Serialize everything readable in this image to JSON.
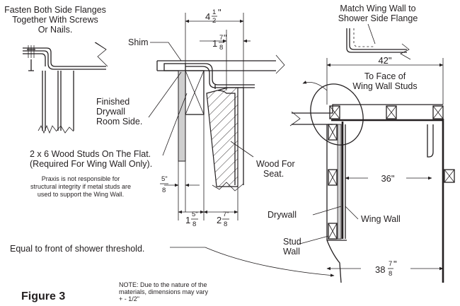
{
  "labels": {
    "fasten_1": "Fasten Both Side Flanges",
    "fasten_2": "Together With Screws",
    "fasten_3": "Or Nails.",
    "match_1": "Match Wing Wall to",
    "match_2": "Shower Side Flange",
    "shim": "Shim",
    "finished_1": "Finished",
    "finished_2": "Drywall",
    "finished_3": "Room Side.",
    "studs_1": "2 x 6 Wood Studs On The Flat.",
    "studs_2": "(Required For Wing Wall Only).",
    "praxis_1": "Praxis is not responsible for",
    "praxis_2": "structural integrity if metal studs are",
    "praxis_3": "used to support the Wing Wall.",
    "wood_1": "Wood For",
    "wood_2": "Seat.",
    "to_face_1": "To Face of",
    "to_face_2": "Wing Wall Studs",
    "drywall": "Drywall",
    "wing_wall": "Wing Wall",
    "stud_1": "Stud",
    "stud_2": "Wall",
    "equal": "Equal to front of shower threshold.",
    "note_1": "NOTE: Due to the nature of the",
    "note_2": "materials, dimensions may vary",
    "note_3": "+ - 1/2\"",
    "figure": "Figure 3"
  },
  "dimensions": {
    "d4half_whole": "4",
    "d4half_num": "1",
    "d4half_den": "2",
    "d4half_unit": "\"",
    "d1_7_8_whole": "1",
    "d1_7_8_num": "7",
    "d1_7_8_den": "8",
    "d1_7_8_unit": "\"",
    "d42": "42\"",
    "d36": "36\"",
    "d5_8_num": "5\"",
    "d5_8_den": "8",
    "d1_5_8_whole": "1",
    "d1_5_8_num": "5\"",
    "d1_5_8_den": "8",
    "d2_7_8_whole": "2",
    "d2_7_8_num": "7\"",
    "d2_7_8_den": "8",
    "d38_whole": "38",
    "d38_num": "7",
    "d38_den": "8",
    "d38_unit": "\""
  }
}
